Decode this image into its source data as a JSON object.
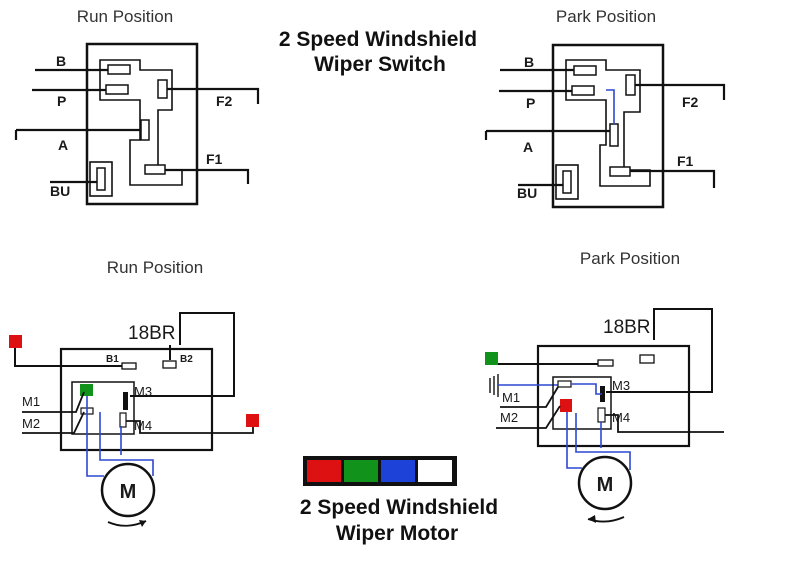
{
  "switch": {
    "title_line1": "2 Speed Windshield",
    "title_line2": "Wiper Switch",
    "run_label": "Run Position",
    "park_label": "Park Position",
    "pins": {
      "b": "B",
      "p": "P",
      "a": "A",
      "bu": "BU",
      "f1": "F1",
      "f2": "F2"
    }
  },
  "motor": {
    "title_line1": "2 Speed Windshield",
    "title_line2": "Wiper Motor",
    "run_label": "Run Position",
    "park_label": "Park Position",
    "terminals": {
      "br18": "18BR",
      "b1": "B1",
      "b2": "B2",
      "m1": "M1",
      "m2": "M2",
      "m3": "M3",
      "m4": "M4",
      "motor": "M"
    }
  },
  "legend": {
    "colors": [
      "#dd1111",
      "#11921a",
      "#1d42d8",
      "#ffffff"
    ]
  },
  "colors": {
    "line": "#111111",
    "wire_blue": "#2b48d1",
    "red": "#dd1111",
    "green": "#11921a"
  }
}
